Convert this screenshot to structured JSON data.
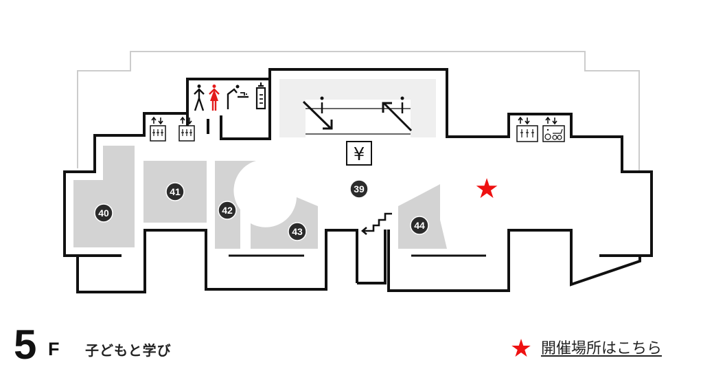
{
  "floor": {
    "number": "5",
    "suffix": "F",
    "theme": "子どもと学び"
  },
  "legend": {
    "marker_icon": "red-star-icon",
    "marker_glyph": "★",
    "label": "開催場所はこちら",
    "color": "#ee1111"
  },
  "map": {
    "shops": [
      {
        "id": "40",
        "label": "40"
      },
      {
        "id": "41",
        "label": "41"
      },
      {
        "id": "42",
        "label": "42"
      },
      {
        "id": "43",
        "label": "43"
      },
      {
        "id": "39",
        "label": "39"
      },
      {
        "id": "44",
        "label": "44"
      }
    ],
    "facilities": [
      {
        "name": "elevator",
        "icon": "elevator-icon"
      },
      {
        "name": "elevator",
        "icon": "elevator-icon"
      },
      {
        "name": "mens-restroom",
        "icon": "male-restroom-icon"
      },
      {
        "name": "womens-restroom",
        "icon": "female-restroom-icon"
      },
      {
        "name": "baby-changing",
        "icon": "baby-changing-icon"
      },
      {
        "name": "nursing-room",
        "icon": "baby-bottle-icon"
      },
      {
        "name": "escalator-down",
        "icon": "escalator-down-icon"
      },
      {
        "name": "escalator-up",
        "icon": "escalator-up-icon"
      },
      {
        "name": "atm",
        "icon": "yen-icon"
      },
      {
        "name": "stairs",
        "icon": "stairs-icon"
      },
      {
        "name": "elevator",
        "icon": "elevator-icon"
      },
      {
        "name": "accessible-elevator",
        "icon": "wheelchair-elevator-icon"
      }
    ],
    "yen_glyph": "¥",
    "colors": {
      "wall": "#111111",
      "shop_fill": "#d3d3d3",
      "void_fill": "#efefef",
      "outline": "#cccccc",
      "badge": "#2b2b2b",
      "accent_red": "#ee1111"
    }
  }
}
